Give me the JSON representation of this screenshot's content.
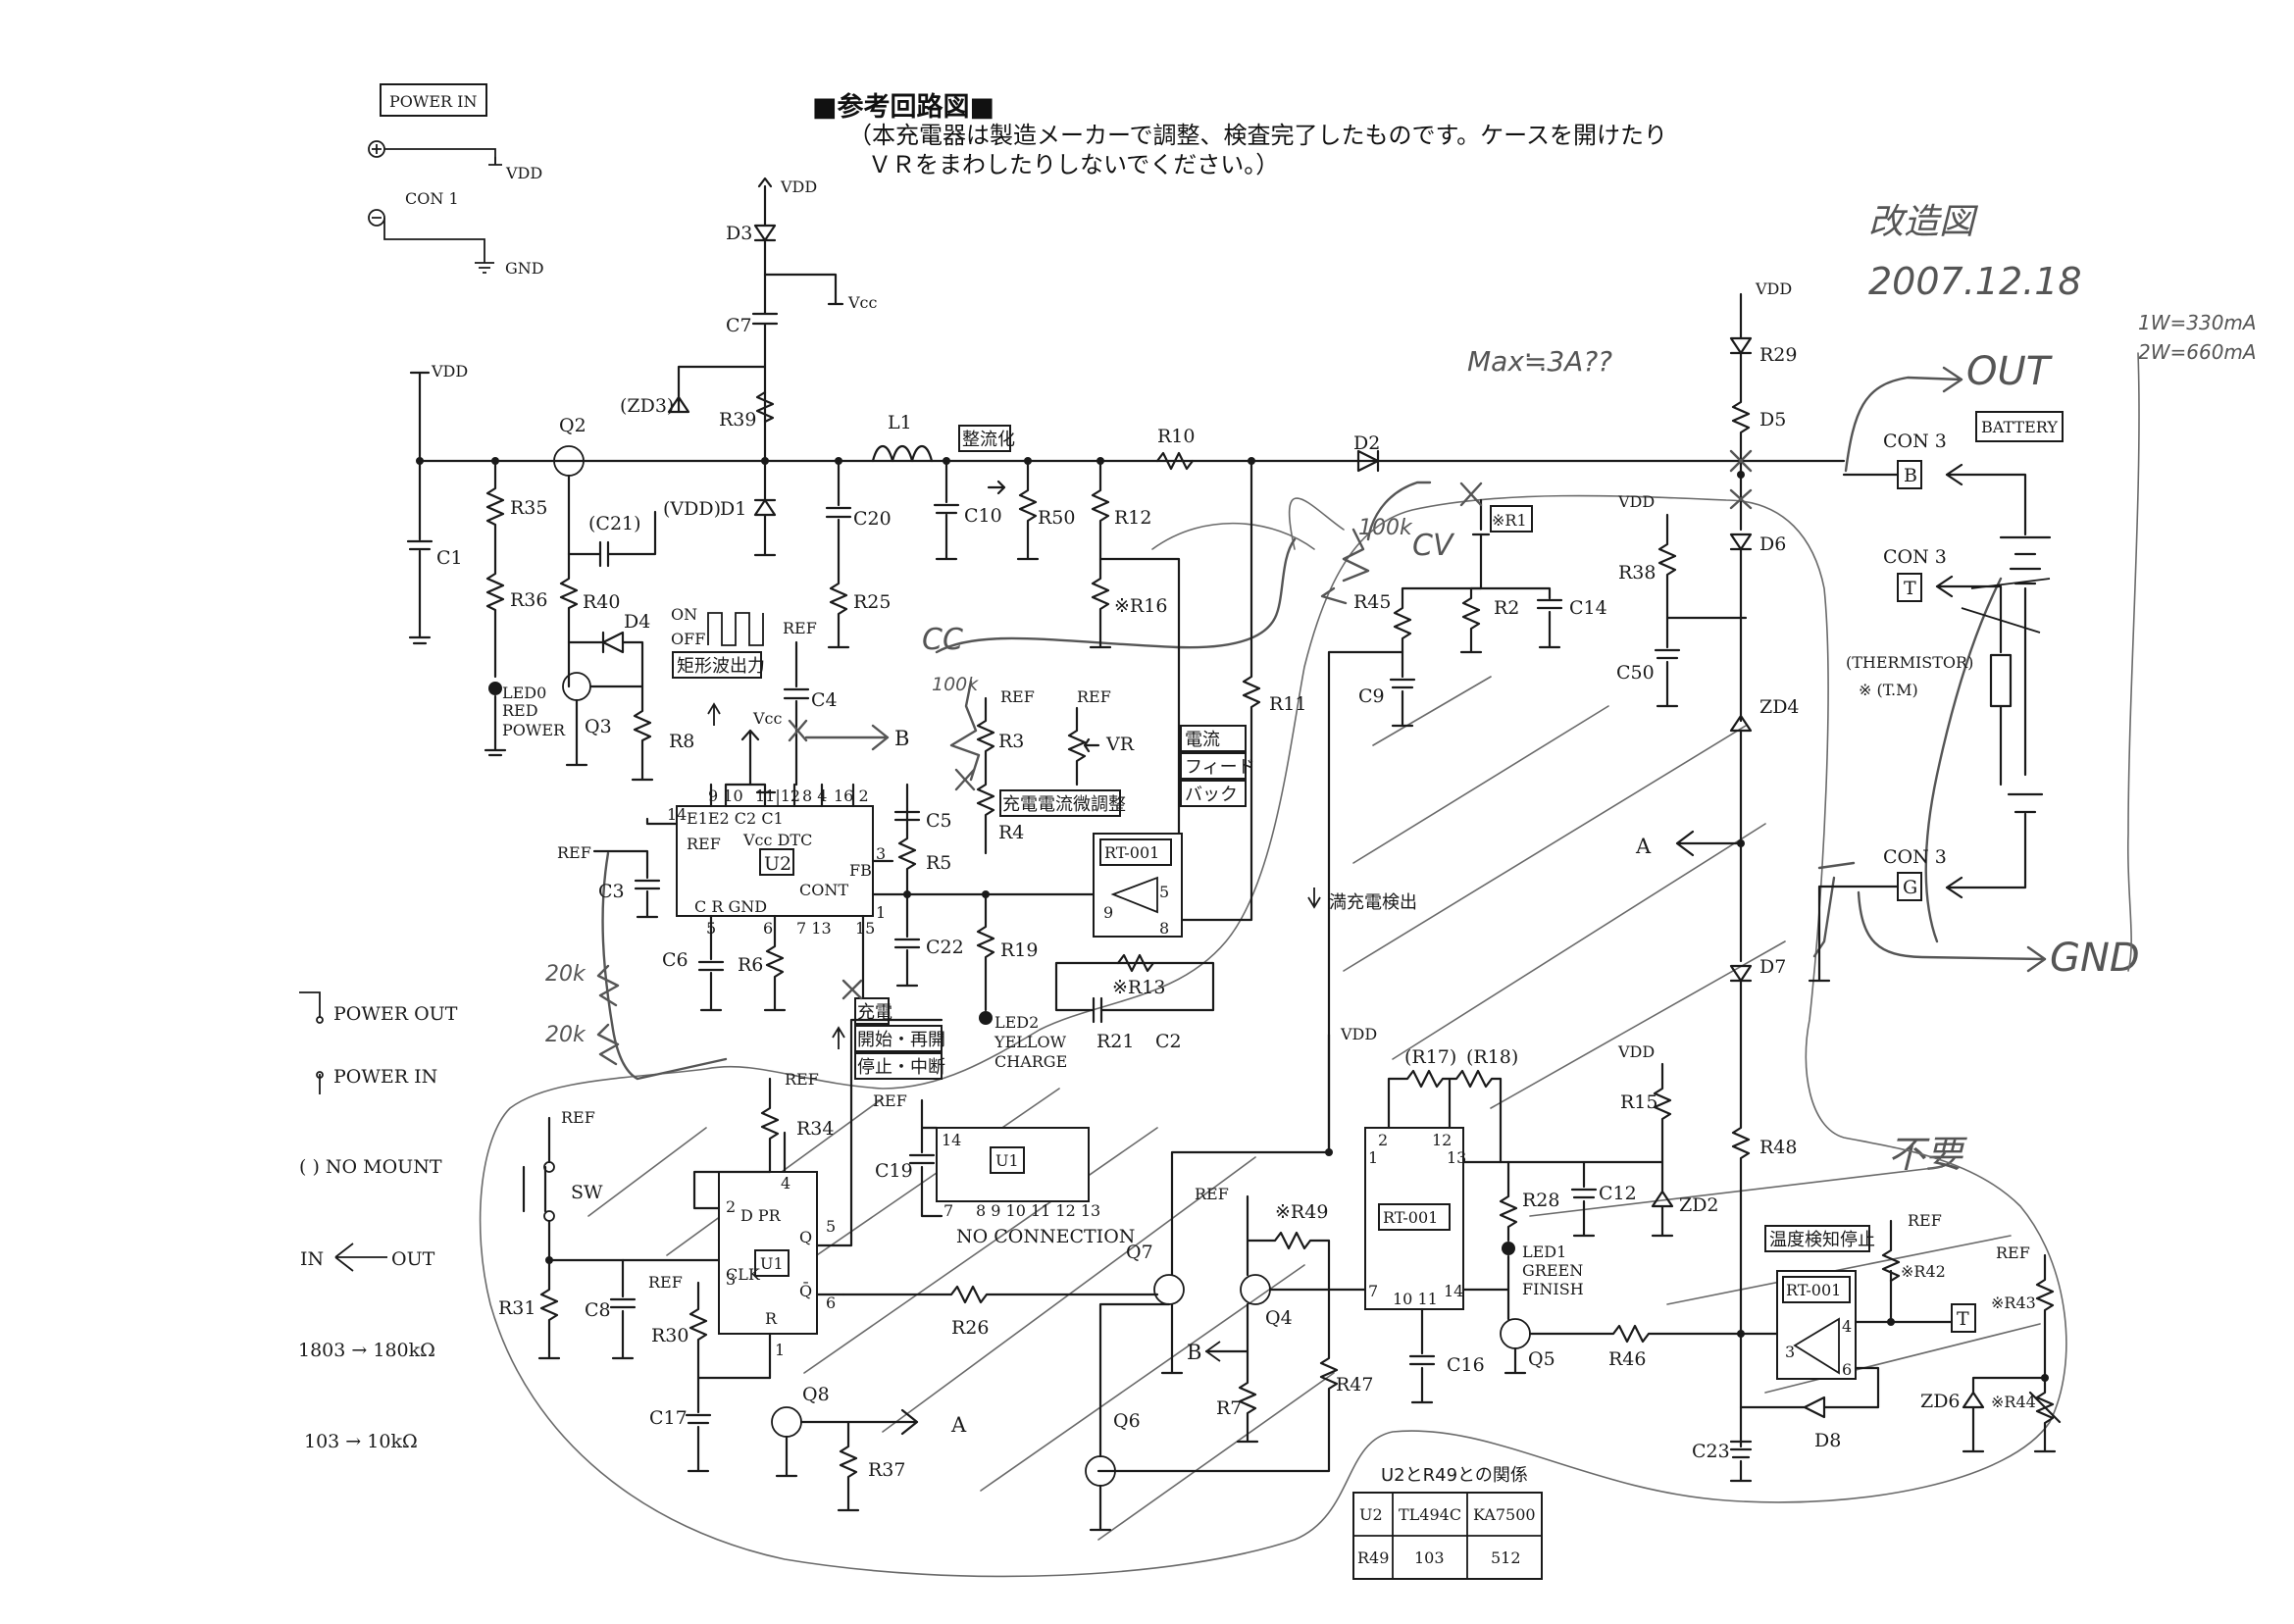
{
  "header": {
    "title": "■参考回路図■",
    "note_line1": "（本充電器は製造メーカーで調整、検査完了したものです。ケースを開けたり",
    "note_line2": "ＶＲをまわしたりしないでください。）"
  },
  "handwriting": {
    "revision": "改造図",
    "date": "2007.12.18",
    "max": "Max≒3A??",
    "out": "OUT",
    "gnd": "GND",
    "current1": "1W=330mA",
    "current2": "2W=660mA",
    "unneeded": "不要",
    "cc": "CC",
    "cv": "CV",
    "pot1": "100k",
    "pot2": "100k",
    "res1": "20k",
    "res2": "20k"
  },
  "legend": {
    "power_in_box": "POWER IN",
    "con1": "CON 1",
    "vdd": "VDD",
    "gnd": "GND",
    "power_out": "POWER OUT",
    "power_in": "POWER IN",
    "no_mount": "( ) NO MOUNT",
    "in": "IN",
    "out": "OUT",
    "conv1": "1803 → 180kΩ",
    "conv2": "103 → 10kΩ"
  },
  "labels": {
    "vdd": "VDD",
    "vcc": "Vcc",
    "ref": "REF",
    "gnd_pin": "GND",
    "d3": "D3",
    "c7": "C7",
    "zd3": "(ZD3)",
    "r39": "R39",
    "d1": "D1",
    "q2": "Q2",
    "c1": "C1",
    "r35": "R35",
    "r36": "R36",
    "led0": "LED0",
    "red": "RED",
    "power": "POWER",
    "c21": "(C21)",
    "vdd_paren": "(VDD)",
    "r40": "R40",
    "d4": "D4",
    "q3": "Q3",
    "r8": "R8",
    "l1": "L1",
    "c20": "C20",
    "r25": "R25",
    "c10": "C10",
    "r50": "R50",
    "r10": "R10",
    "r12": "R12",
    "r16": "※R16",
    "d2": "D2",
    "r11": "R11",
    "rect": "整流化",
    "on": "ON",
    "off": "OFF",
    "sq": "矩形波出力",
    "c4": "C4",
    "r3": "R3",
    "vr": "VR",
    "r4": "R4",
    "adj": "充電電流微調整",
    "fb1": "電流",
    "fb2": "フィード",
    "fb3": "バック",
    "c5": "C5",
    "r5": "R5",
    "c22": "C22",
    "r19": "R19",
    "led2": "LED2",
    "yellow": "YELLOW",
    "charge": "CHARGE",
    "c3": "C3",
    "c6": "C6",
    "r6": "R6",
    "u2": "U2",
    "u2_pins": "E1E2 C2 C1",
    "u2_vcc": "Vcc DTC",
    "u2_ref": "REF",
    "u2_cont": "CONT",
    "u2_fb": "FB",
    "u2_cr": "C    R GND",
    "rt001": "RT-001",
    "r13": "※R13",
    "r21": "R21",
    "c2": "C2",
    "r45": "R45",
    "r1": "※R1",
    "r2": "R2",
    "c14": "C14",
    "c9": "C9",
    "r38": "R38",
    "c50": "C50",
    "r29": "R29",
    "d5": "D5",
    "d6": "D6",
    "zd4": "ZD4",
    "d7": "D7",
    "r48": "R48",
    "a_label": "A",
    "con3": "CON 3",
    "battery": "BATTERY",
    "b_term": "B",
    "t_term": "T",
    "g_term": "G",
    "thermistor": "(THERMISTOR)",
    "tm": "※ (T.M)",
    "full": "満充電検出",
    "start1": "充電",
    "start2": "開始・再開",
    "start3": "停止・中断",
    "r17": "(R17)",
    "r18": "(R18)",
    "r15": "R15",
    "c12": "C12",
    "zd2": "ZD2",
    "r28": "R28",
    "led1": "LED1",
    "green": "GREEN",
    "finish": "FINISH",
    "c16": "C16",
    "q5": "Q5",
    "r46": "R46",
    "q7": "Q7",
    "q4": "Q4",
    "r49": "※R49",
    "r47": "R47",
    "r7": "R7",
    "q6": "Q6",
    "b_label": "B",
    "sw": "SW",
    "r34": "R34",
    "r31": "R31",
    "c8": "C8",
    "r30": "R30",
    "c17": "C17",
    "q8": "Q8",
    "r37": "R37",
    "r26": "R26",
    "u1": "U1",
    "u1_dpr": "D  PR",
    "u1_q": "Q",
    "u1_qb": "Q̄",
    "u1_r": "R",
    "c19": "C19",
    "nc": "NO CONNECTION",
    "u1_pins": "8 9 10 11 12 13",
    "temp": "温度検知停止",
    "r42": "※R42",
    "r43": "※R43",
    "zd6": "ZD6",
    "r44": "※R44",
    "d8": "D8",
    "c23": "C23"
  },
  "table": {
    "caption": "U2とR49との関係",
    "header": [
      "U2",
      "TL494C",
      "KA7500"
    ],
    "row": [
      "R49",
      "103",
      "512"
    ]
  }
}
